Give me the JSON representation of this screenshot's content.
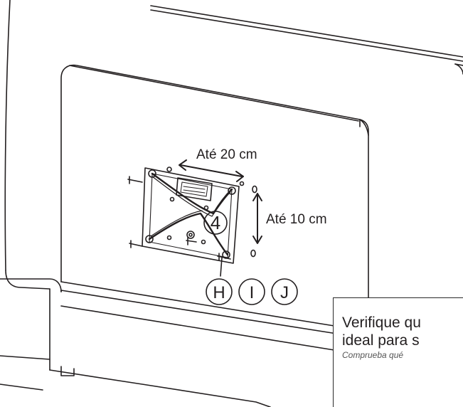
{
  "labels": {
    "width_dimension": "Até 20 cm",
    "height_dimension": "Até 10 cm",
    "step_number": "4",
    "part_h": "H",
    "part_i": "I",
    "part_j": "J"
  },
  "info_box": {
    "line1": "Verifique qu",
    "line2": "ideal para s",
    "subline": "Comprueba qué"
  },
  "colors": {
    "line": "#231f20",
    "background": "#ffffff"
  }
}
